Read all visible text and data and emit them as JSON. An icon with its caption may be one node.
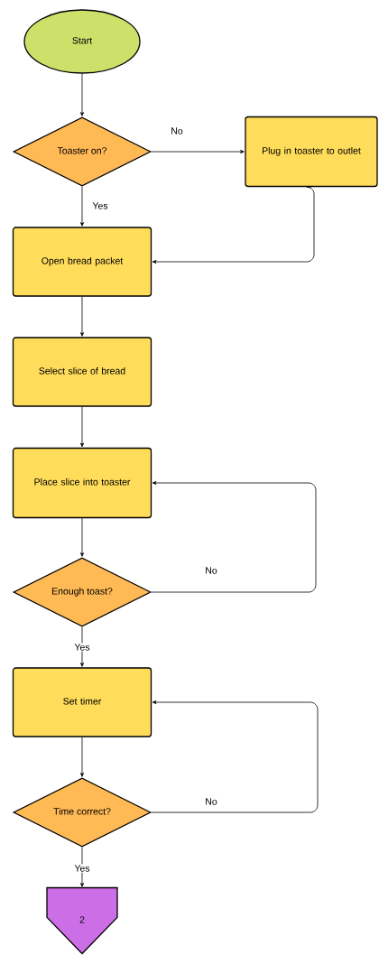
{
  "diagram": {
    "nodes": [
      {
        "text": [
          "Start"
        ]
      },
      {
        "text": [
          "Toaster on?"
        ]
      },
      {
        "text": [
          "Plug in toaster to outlet"
        ]
      },
      {
        "text": [
          "Open bread packet"
        ]
      },
      {
        "text": [
          "Select slice of bread"
        ]
      },
      {
        "text": [
          "Place slice into toaster"
        ]
      },
      {
        "text": [
          "Enough toast?"
        ]
      },
      {
        "text": [
          "Set timer"
        ]
      },
      {
        "text": [
          "Time correct?"
        ]
      },
      {
        "text": [
          "2"
        ]
      }
    ],
    "edges": [
      {
        "from": 0,
        "to": 1,
        "arrow": "to"
      },
      {
        "from": 1,
        "to": 2,
        "arrow": "to",
        "label": "No"
      },
      {
        "from": 1,
        "to": 3,
        "arrow": "to",
        "label": "Yes"
      },
      {
        "from": 2,
        "to": 3,
        "arrow": "to"
      },
      {
        "from": 3,
        "to": 4,
        "arrow": "to"
      },
      {
        "from": 4,
        "to": 5,
        "arrow": "to"
      },
      {
        "from": 5,
        "to": 6,
        "arrow": "to"
      },
      {
        "from": 6,
        "to": 5,
        "arrow": "to",
        "label": "No"
      },
      {
        "from": 6,
        "to": 7,
        "arrow": "to",
        "label": "Yes"
      },
      {
        "from": 7,
        "to": 8,
        "arrow": "to"
      },
      {
        "from": 8,
        "to": 7,
        "arrow": "to",
        "label": "No"
      },
      {
        "from": 8,
        "to": 9,
        "arrow": "to",
        "label": "Yes"
      }
    ]
  }
}
